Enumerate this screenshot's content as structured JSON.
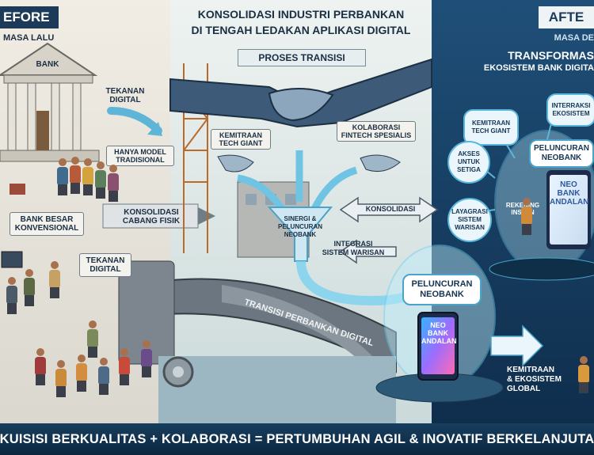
{
  "header": {
    "before_label": "EFORE",
    "before_sub": "MASA LALU",
    "title_line1": "KONSOLIDASI INDUSTRI PERBANKAN",
    "title_line2": "DI TENGAH LEDAKAN APLIKASI DIGITAL",
    "mid_sub": "PROSES TRANSISI",
    "after_label": "AFTE",
    "after_sub": "MASA DE",
    "after_title1": "TRANSFORMAS",
    "after_title2": "EKOSISTEM BANK DIGITA"
  },
  "left": {
    "bank_sign": "BANK",
    "tekanan1": "TEKANAN\nDIGITAL",
    "hanya_model": "HANYA MODEL\nTRADISIONAL",
    "bank_besar": "BANK BESAR\nKONVENSIONAL",
    "tekanan2": "TEKANAN\nDIGITAL",
    "konsolidasi_cabang": "KONSOLIDASI\nCABANG FISIK"
  },
  "middle": {
    "kemitraan_tech": "KEMITRAAN\nTECH GIANT",
    "kolaborasi": "KOLABORASI\nFINTECH SPESIALIS",
    "sinergi": "SINERGI &\nPELUNCURAN\nNEOBANK",
    "integrasi": "INTEGRASI\nSISTEM WARISAN",
    "konsolidasi": "KONSOLIDASI",
    "bridge_text": "TRANSISI PERBANKAN DIGITAL",
    "peluncuran": "PELUNCURAN\nNEOBANK",
    "phone_brand": "NEO\nBANK\nANDALAN"
  },
  "right": {
    "interaksi": "INTERRAKSI\nEKOSISTEM",
    "kemitraan": "KEMITRAAN\nTECH GIANT",
    "akses": "AKSES\nUNTUK\nSETIGA",
    "layanan": "LAYAGRASI\nSISTEM\nWARISAN",
    "peluncuran": "PELUNCURAN\nNEOBANK",
    "rekening": "REKENING\nINSTAN",
    "phone_brand": "NEO\nBANK\nANDALAN",
    "kemitraan_global": "KEMITRAAN\n& EKOSISTEM\nGLOBAL"
  },
  "footer": {
    "banner": "AKUISISI BERKUALITAS + KOLABORASI = PERTUMBUHAN AGIL & INOVATIF BERKELANJUTAN"
  },
  "colors": {
    "accent": "#4aa3c8",
    "navy": "#173e5e",
    "arrow": "#5fb5d8"
  }
}
